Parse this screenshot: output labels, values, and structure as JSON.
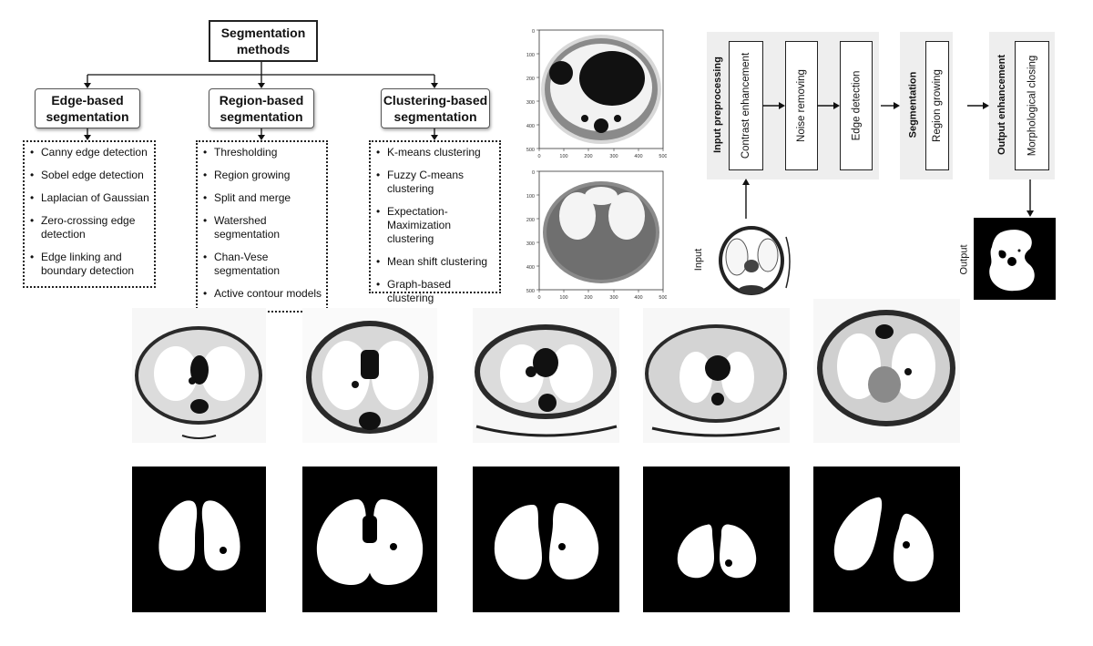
{
  "taxonomy": {
    "root": "Segmentation methods",
    "categories": [
      {
        "title": "Edge-based segmentation",
        "items": [
          "Canny edge detection",
          "Sobel edge detection",
          "Laplacian of Gaussian",
          "Zero-crossing edge detection",
          "Edge linking and boundary detection"
        ]
      },
      {
        "title": "Region-based segmentation",
        "items": [
          "Thresholding",
          "Region growing",
          "Split and merge",
          "Watershed segmentation",
          "Chan-Vese segmentation",
          "Active contour models"
        ]
      },
      {
        "title": "Clustering-based segmentation",
        "items": [
          "K-means clustering",
          "Fuzzy C-means clustering",
          "Expectation-Maximization clustering",
          "Mean shift clustering",
          "Graph-based clustering"
        ]
      }
    ]
  },
  "plots": {
    "y_ticks": [
      "0",
      "100",
      "200",
      "300",
      "400",
      "500"
    ],
    "x_ticks": [
      "0",
      "100",
      "200",
      "300",
      "400",
      "500"
    ]
  },
  "pipeline": {
    "stages": [
      {
        "title": "Input preprocessing",
        "steps": [
          "Contrast enhancement",
          "Noise removing",
          "Edge detection"
        ]
      },
      {
        "title": "Segmentation",
        "steps": [
          "Region growing"
        ]
      },
      {
        "title": "Output enhancement",
        "steps": [
          "Morphological closing"
        ]
      }
    ],
    "input_label": "Input",
    "output_label": "Output"
  },
  "colors": {
    "stage_bg": "#eeeeee",
    "mask_bg": "#000000",
    "mask_fg": "#ffffff"
  }
}
